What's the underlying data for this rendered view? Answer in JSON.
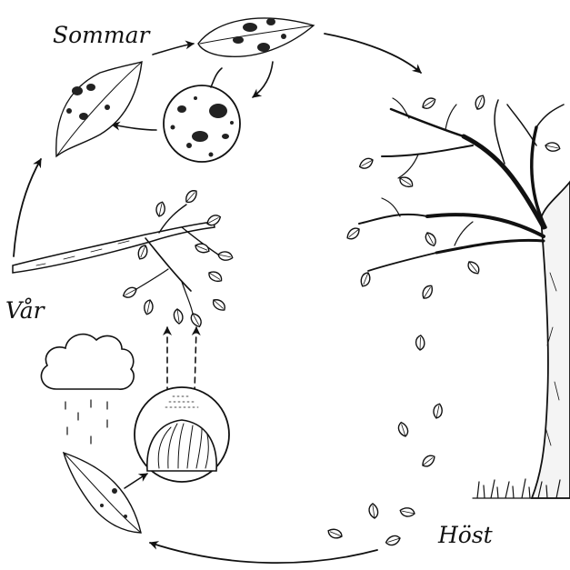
{
  "labels": {
    "summer": "Sommar",
    "spring": "Vår",
    "autumn": "Höst"
  },
  "icons": [
    "infected-leaf-icon",
    "scabbed-apple-icon",
    "leafless-tree-icon",
    "rain-cloud-icon",
    "spore-sac-icon",
    "leafy-branch-icon",
    "fallen-leaf-icon"
  ],
  "colors": {
    "ink": "#111111",
    "background": "#ffffff"
  }
}
